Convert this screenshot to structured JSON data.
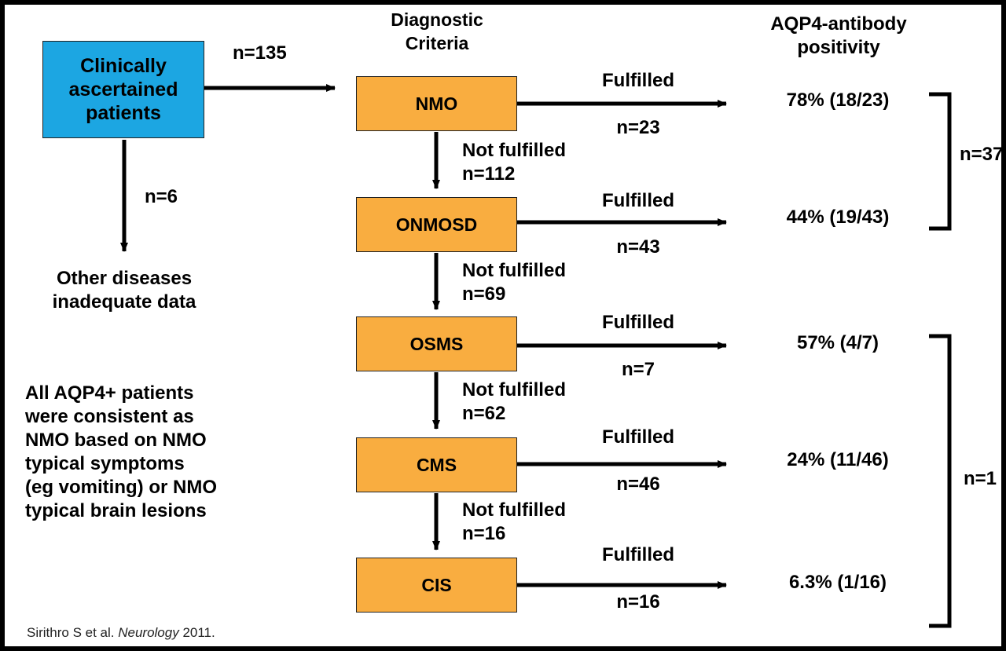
{
  "headers": {
    "criteria": [
      "Diagnostic",
      "Criteria"
    ],
    "positivity": [
      "AQP4-antibody",
      "positivity"
    ]
  },
  "start_box": [
    "Clinically",
    "ascertained",
    "patients"
  ],
  "start_to_nmo_n": "n=135",
  "excluded_n": "n=6",
  "excluded_label": [
    "Other diseases",
    "inadequate data"
  ],
  "criteria": [
    {
      "label": "NMO",
      "fulfilled": "Fulfilled",
      "n_fulfilled": "n=23",
      "positivity": "78% (18/23)"
    },
    {
      "label": "ONMOSD",
      "fulfilled": "Fulfilled",
      "n_fulfilled": "n=43",
      "positivity": "44% (19/43)"
    },
    {
      "label": "OSMS",
      "fulfilled": "Fulfilled",
      "n_fulfilled": "n=7",
      "positivity": "57% (4/7)"
    },
    {
      "label": "CMS",
      "fulfilled": "Fulfilled",
      "n_fulfilled": "n=46",
      "positivity": "24% (11/46)"
    },
    {
      "label": "CIS",
      "fulfilled": "Fulfilled",
      "n_fulfilled": "n=16",
      "positivity": "6.3% (1/16)"
    }
  ],
  "not_fulfilled": [
    {
      "label": "Not fulfilled",
      "n": "n=112"
    },
    {
      "label": "Not fulfilled",
      "n": "n=69"
    },
    {
      "label": "Not fulfilled",
      "n": "n=62"
    },
    {
      "label": "Not fulfilled",
      "n": "n=16"
    }
  ],
  "brackets": [
    {
      "label": "n=37"
    },
    {
      "label": "n=1"
    }
  ],
  "note": [
    "All AQP4+ patients",
    "were consistent as",
    "NMO based on NMO",
    "typical symptoms",
    "(eg vomiting) or NMO",
    "typical brain lesions"
  ],
  "citation": {
    "authors": "Sirithro S et al. ",
    "journal": "Neurology",
    "year": " 2011."
  }
}
